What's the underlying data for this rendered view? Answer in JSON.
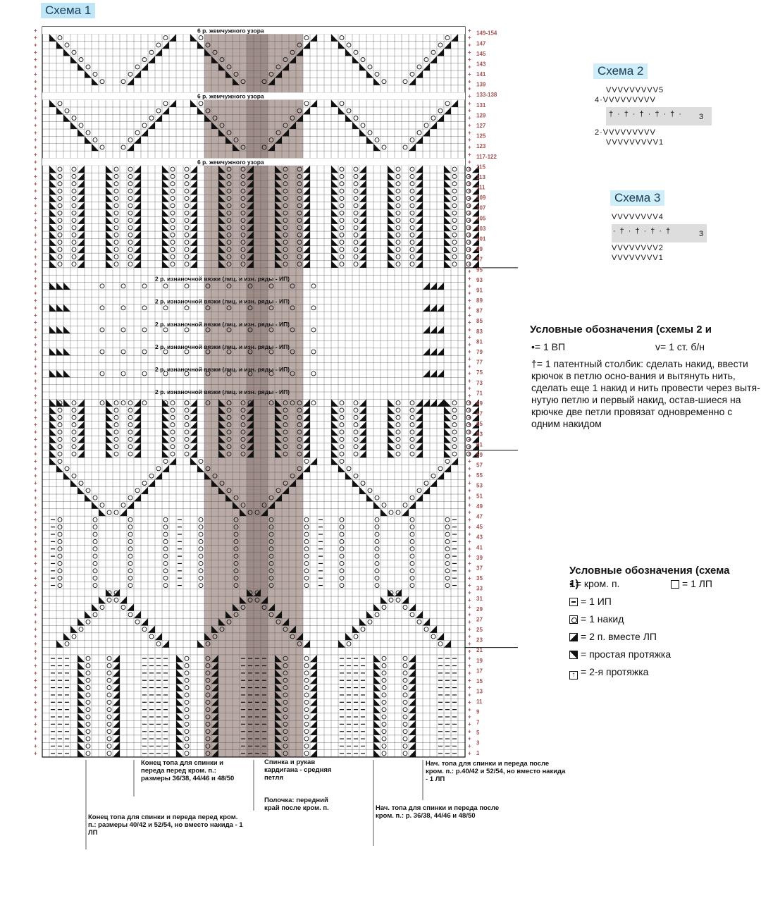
{
  "scheme1": {
    "title": "Схема 1",
    "band_pearl": "6 р. жемчужного узора",
    "band_purl": "2 р. изнаночной вязки (лиц. и изн. ряды - ИП)",
    "row_labels": [
      "149-154",
      "147",
      "145",
      "143",
      "141",
      "139",
      "133-138",
      "131",
      "129",
      "127",
      "125",
      "123",
      "117-122",
      "115",
      "113",
      "111",
      "109",
      "107",
      "105",
      "103",
      "101",
      "99",
      "97",
      "95",
      "93",
      "91",
      "89",
      "87",
      "85",
      "83",
      "81",
      "79",
      "77",
      "75",
      "73",
      "71",
      "69",
      "67",
      "65",
      "63",
      "61",
      "59",
      "57",
      "55",
      "53",
      "51",
      "49",
      "47",
      "45",
      "43",
      "41",
      "39",
      "37",
      "35",
      "33",
      "31",
      "29",
      "27",
      "25",
      "23",
      "21",
      "19",
      "17",
      "15",
      "13",
      "11",
      "9",
      "7",
      "5",
      "3",
      "1"
    ]
  },
  "scheme2": {
    "title": "Схема 2",
    "row_numbers": [
      "5",
      "4",
      "3",
      "2",
      "1"
    ]
  },
  "scheme3": {
    "title": "Схема 3",
    "row_numbers": [
      "4",
      "3",
      "2",
      "1"
    ]
  },
  "legend23": {
    "title": "Условные обозначения (схемы 2 и",
    "vp": "= 1 ВП",
    "st": "= 1 ст. б/н",
    "patent": "= 1 патентный столбик: сделать накид, ввести крючок в петлю осно-вания и вытянуть нить, сделать еще 1 накид и нить провести через вытя-нутую петлю и первый накид, остав-шиеся на крючке две петли провязат одновременно с одним накидом"
  },
  "legend1": {
    "title": "Условные обозначения (схема 1)",
    "items": {
      "krom": "= кром. п.",
      "lp": "= 1 ЛП",
      "ip": "= 1 ИП",
      "nakid": "= 1 накид",
      "two_lp": "= 2 п. вместе ЛП",
      "prot1": "= простая протяжка",
      "prot2": "= 2-я протяжка"
    }
  },
  "notes": {
    "n1": "Конец топа для спинки и переда перед кром. п.: размеры 36/38, 44/46 и 48/50",
    "n2": "Спинка и рукав кардигана - средняя петля",
    "n3": "Полочка: передний край после кром. п.",
    "n4": "Нач. топа для спинки и переда после кром. п.: р.40/42 и 52/54, но вместо накида - 1 ЛП",
    "n5": "Конец топа для спинки и переда перед кром. п.: размеры 40/42 и 52/54, но вместо накида - 1 ЛП",
    "n6": "Нач. топа для спинки и переда после кром. п.: р. 36/38, 44/46 и 48/50"
  }
}
